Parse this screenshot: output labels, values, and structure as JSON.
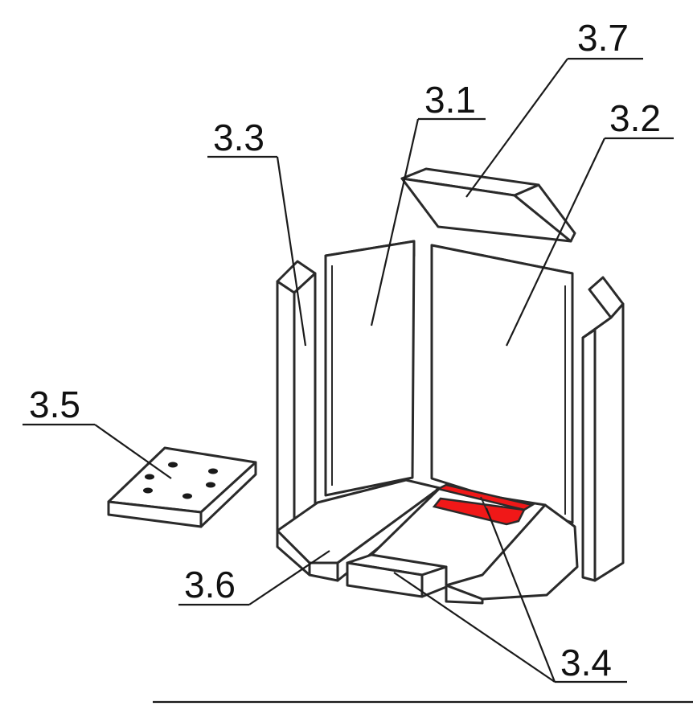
{
  "labels": {
    "p31": "3.1",
    "p32": "3.2",
    "p33": "3.3",
    "p34": "3.4",
    "p35": "3.5",
    "p36": "3.6",
    "p37": "3.7"
  },
  "colors": {
    "line": "#2a2a2a",
    "highlight": "#f01818",
    "background": "#ffffff"
  }
}
